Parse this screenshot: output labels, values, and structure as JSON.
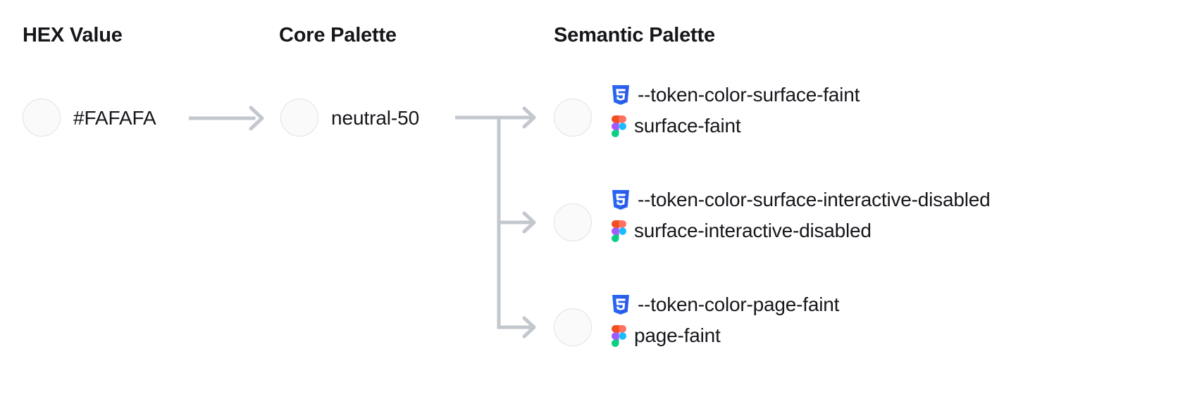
{
  "columns": {
    "hex": "HEX Value",
    "core": "Core Palette",
    "semantic": "Semantic Palette"
  },
  "hex": {
    "value": "#FAFAFA",
    "swatch_color": "#FAFAFA"
  },
  "core": {
    "value": "neutral-50",
    "swatch_color": "#FAFAFA"
  },
  "semantic": {
    "rows": [
      {
        "swatch_color": "#FAFAFA",
        "css_variable": "--token-color-surface-faint",
        "figma_token": "surface-faint"
      },
      {
        "swatch_color": "#FAFAFA",
        "css_variable": "--token-color-surface-interactive-disabled",
        "figma_token": "surface-interactive-disabled"
      },
      {
        "swatch_color": "#FAFAFA",
        "css_variable": "--token-color-page-faint",
        "figma_token": "page-faint"
      }
    ]
  },
  "icons": {
    "css": "css3-icon",
    "figma": "figma-icon",
    "arrow": "arrow-right-icon"
  },
  "colors": {
    "background": "#FFFFFF",
    "text": "#16171B",
    "swatch_border": "#E2E2E7",
    "connector": "#C3C7CE",
    "css_icon": "#2965F1",
    "figma_orange": "#F24E1E",
    "figma_salmon": "#FF7262",
    "figma_purple": "#A259FF",
    "figma_blue": "#1ABCFE",
    "figma_green": "#0ACF83"
  }
}
